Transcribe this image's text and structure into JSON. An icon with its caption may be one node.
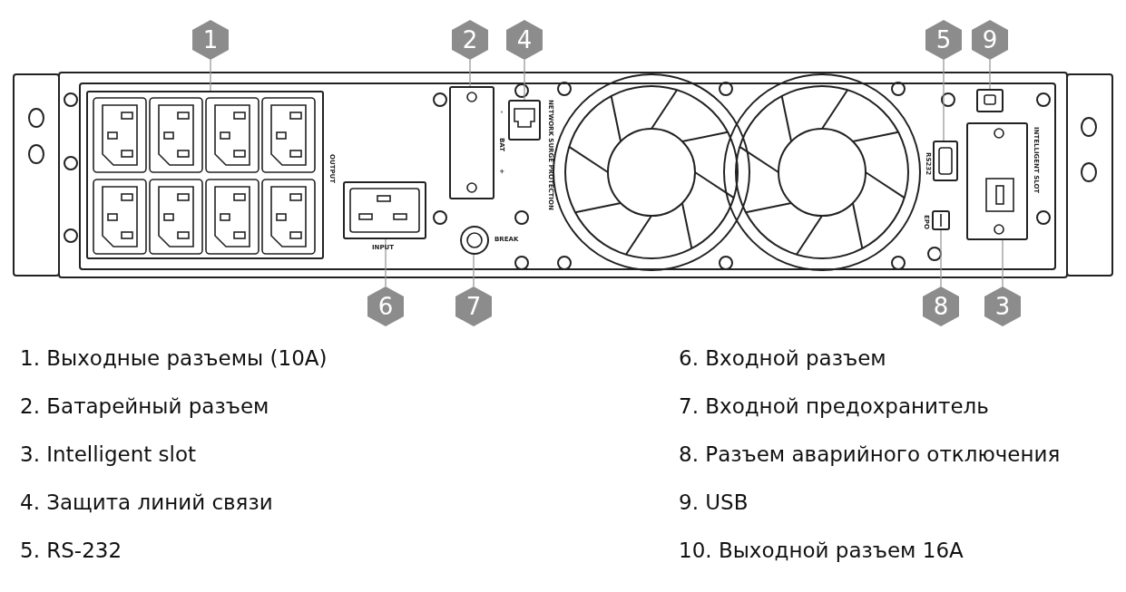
{
  "diagram": {
    "nodes": [
      {
        "text": [
          "1"
        ]
      },
      {
        "text": [
          "2"
        ]
      },
      {
        "text": [
          "4"
        ]
      },
      {
        "text": [
          "5"
        ]
      },
      {
        "text": [
          "9"
        ]
      },
      {
        "text": [
          "6"
        ]
      },
      {
        "text": [
          "7"
        ]
      },
      {
        "text": [
          "8"
        ]
      },
      {
        "text": [
          "3"
        ]
      },
      {
        "text": [],
        "shape": "box"
      },
      {
        "text": [],
        "shape": "box"
      },
      {
        "text": [],
        "shape": "box"
      },
      {
        "text": [],
        "shape": "box"
      },
      {
        "text": [],
        "shape": "box"
      },
      {
        "text": [],
        "shape": "box"
      },
      {
        "text": [],
        "shape": "circle"
      },
      {
        "text": [],
        "shape": "box"
      },
      {
        "text": [],
        "shape": "box"
      }
    ],
    "edges": [
      {
        "from": 0,
        "to": 9,
        "arrow": "none"
      },
      {
        "from": 1,
        "to": 10,
        "arrow": "none"
      },
      {
        "from": 2,
        "to": 11,
        "arrow": "none"
      },
      {
        "from": 3,
        "to": 12,
        "arrow": "none"
      },
      {
        "from": 4,
        "to": 13,
        "arrow": "none"
      },
      {
        "from": 5,
        "to": 14,
        "arrow": "none"
      },
      {
        "from": 6,
        "to": 15,
        "arrow": "none"
      },
      {
        "from": 7,
        "to": 16,
        "arrow": "none"
      },
      {
        "from": 8,
        "to": 17,
        "arrow": "none"
      }
    ],
    "labels": [
      "OUTPUT",
      "INPUT",
      "-",
      "BAT",
      "+",
      "BREAK",
      "NETWORK SURGE PROTECTION",
      "RS232",
      "EPO",
      "INTELLIGENT SLOT",
      "1. Выходные разъемы (10А)",
      "2. Батарейный разъем",
      "3. Intelligent slot",
      "4. Защита линий связи",
      "5. RS-232",
      "6. Входной разъем",
      "7. Входной предохранитель",
      "8. Разъем аварийного отключения",
      "9. USB",
      "10. Выходной разъем 16А"
    ]
  }
}
